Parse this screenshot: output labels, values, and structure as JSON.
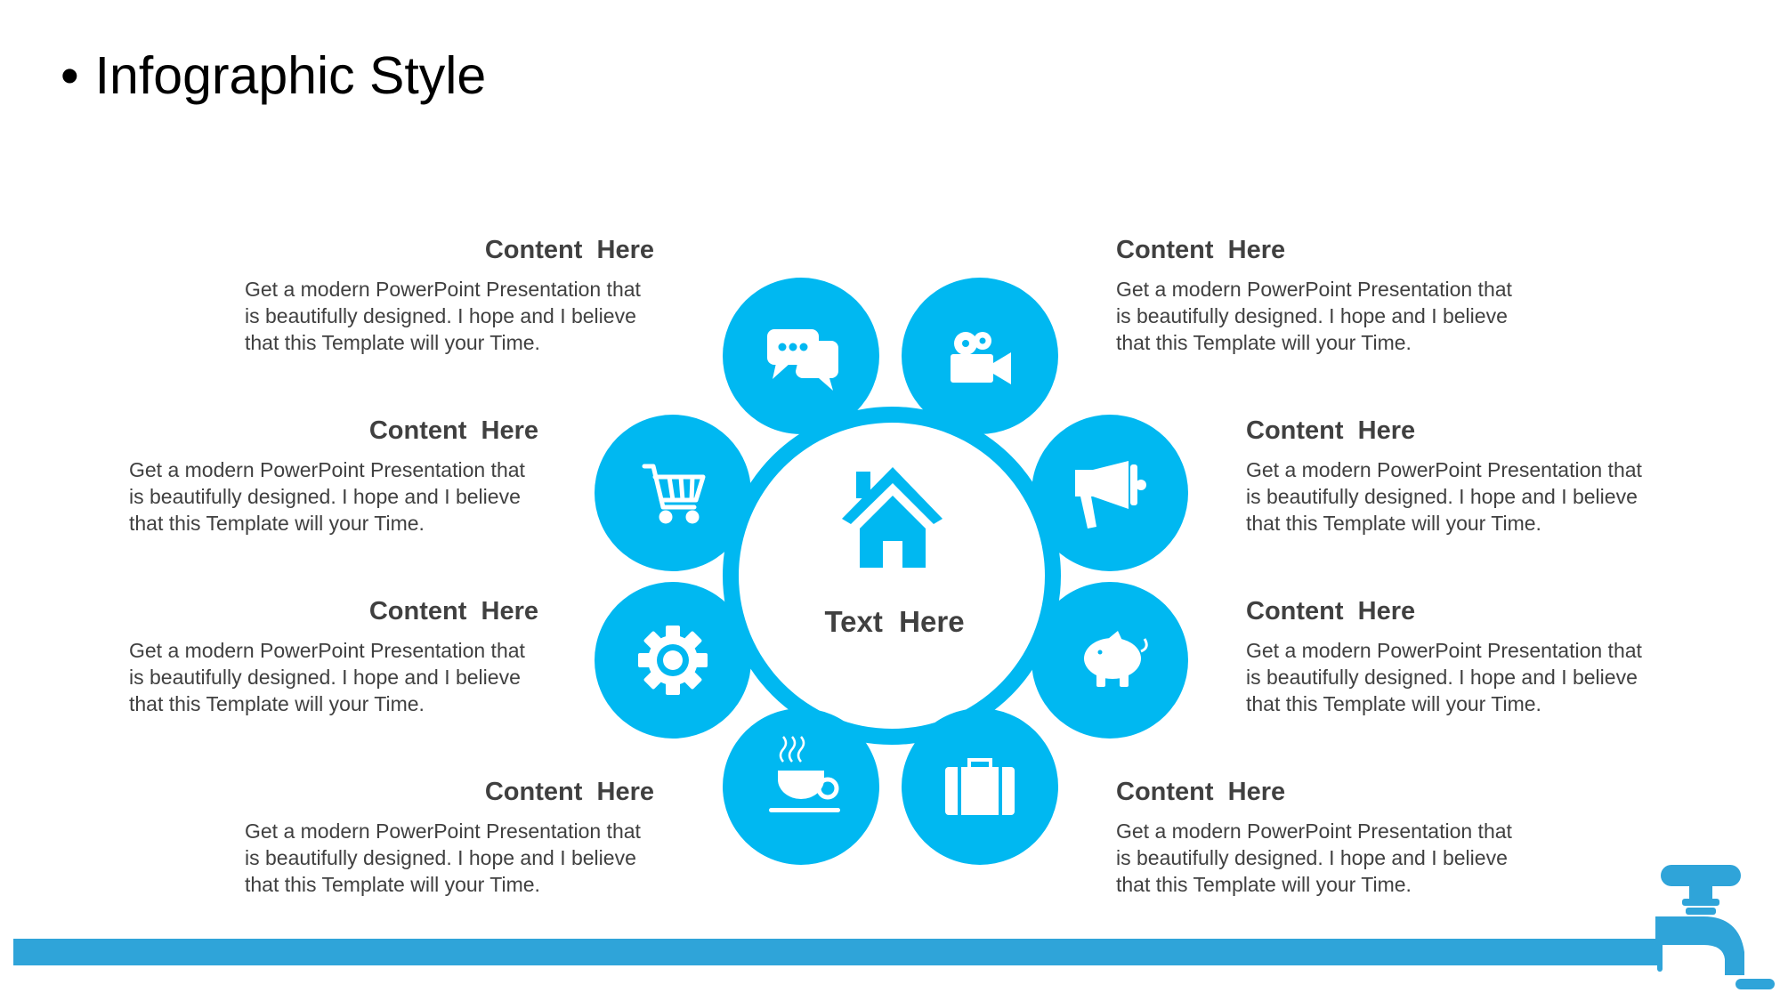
{
  "title": "Infographic Style",
  "bullet": "•",
  "center": {
    "label": "Text  Here",
    "icon": "house-icon"
  },
  "colors": {
    "accent": "#00b8f1",
    "pipe": "#2fa4d9",
    "text": "#404040"
  },
  "items": [
    {
      "heading": "Content  Here",
      "body": "Get a modern PowerPoint  Presentation that is beautifully designed. I hope and I believe that this Template will your Time.",
      "icon": "chat-bubbles-icon"
    },
    {
      "heading": "Content  Here",
      "body": "Get a modern PowerPoint  Presentation that is beautifully designed. I hope and I believe that this Template will your Time.",
      "icon": "video-camera-icon"
    },
    {
      "heading": "Content  Here",
      "body": "Get a modern PowerPoint  Presentation that is beautifully designed. I hope and I believe that this Template will your Time.",
      "icon": "shopping-cart-icon"
    },
    {
      "heading": "Content  Here",
      "body": "Get a modern PowerPoint  Presentation that is beautifully designed. I hope and I believe that this Template will your Time.",
      "icon": "megaphone-icon"
    },
    {
      "heading": "Content  Here",
      "body": "Get a modern PowerPoint  Presentation that is beautifully designed. I hope and I believe that this Template will your Time.",
      "icon": "gear-icon"
    },
    {
      "heading": "Content  Here",
      "body": "Get a modern PowerPoint  Presentation that is beautifully designed. I hope and I believe that this Template will your Time.",
      "icon": "piggy-bank-icon"
    },
    {
      "heading": "Content  Here",
      "body": "Get a modern PowerPoint  Presentation that is beautifully designed. I hope and I believe that this Template will your Time.",
      "icon": "coffee-cup-icon"
    },
    {
      "heading": "Content  Here",
      "body": "Get a modern PowerPoint  Presentation that is beautifully designed. I hope and I believe that this Template will your Time.",
      "icon": "briefcase-icon"
    }
  ]
}
